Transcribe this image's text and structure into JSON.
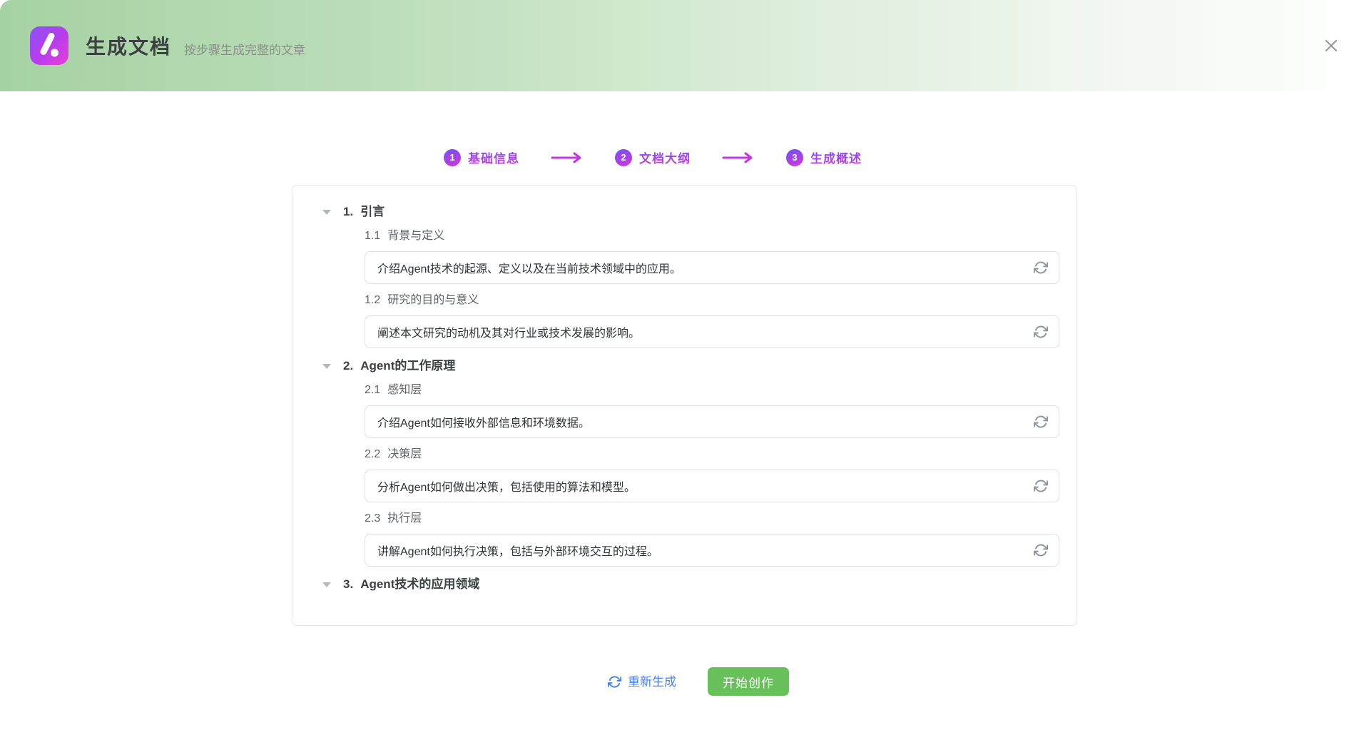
{
  "header": {
    "title": "生成文档",
    "subtitle": "按步骤生成完整的文章"
  },
  "stepper": {
    "steps": [
      {
        "num": "1",
        "label": "基础信息"
      },
      {
        "num": "2",
        "label": "文档大纲"
      },
      {
        "num": "3",
        "label": "生成概述"
      }
    ]
  },
  "outline": {
    "sections": [
      {
        "num": "1.",
        "title": "引言",
        "items": [
          {
            "num": "1.1",
            "title": "背景与定义",
            "value": "介绍Agent技术的起源、定义以及在当前技术领域中的应用。"
          },
          {
            "num": "1.2",
            "title": "研究的目的与意义",
            "value": "阐述本文研究的动机及其对行业或技术发展的影响。"
          }
        ]
      },
      {
        "num": "2.",
        "title": "Agent的工作原理",
        "items": [
          {
            "num": "2.1",
            "title": "感知层",
            "value": "介绍Agent如何接收外部信息和环境数据。"
          },
          {
            "num": "2.2",
            "title": "决策层",
            "value": "分析Agent如何做出决策，包括使用的算法和模型。"
          },
          {
            "num": "2.3",
            "title": "执行层",
            "value": "讲解Agent如何执行决策，包括与外部环境交互的过程。"
          }
        ]
      },
      {
        "num": "3.",
        "title": "Agent技术的应用领域",
        "items": []
      }
    ]
  },
  "footer": {
    "regenerate_label": "重新生成",
    "start_label": "开始创作"
  },
  "icons": {
    "logo": "slash-dot-logo",
    "close": "✕",
    "collapse": "▾",
    "refresh": "circular-arrows",
    "step_arrow": "→"
  },
  "colors": {
    "header_green": "#a5d2a3",
    "logo_gradient_from": "#8b52f6",
    "logo_gradient_to": "#ea3ed6",
    "step_gradient_from": "#7152f3",
    "step_gradient_to": "#d534dd",
    "arrow_magenta": "#c137e0",
    "link_blue": "#4583f5",
    "button_green": "#67c05a"
  }
}
